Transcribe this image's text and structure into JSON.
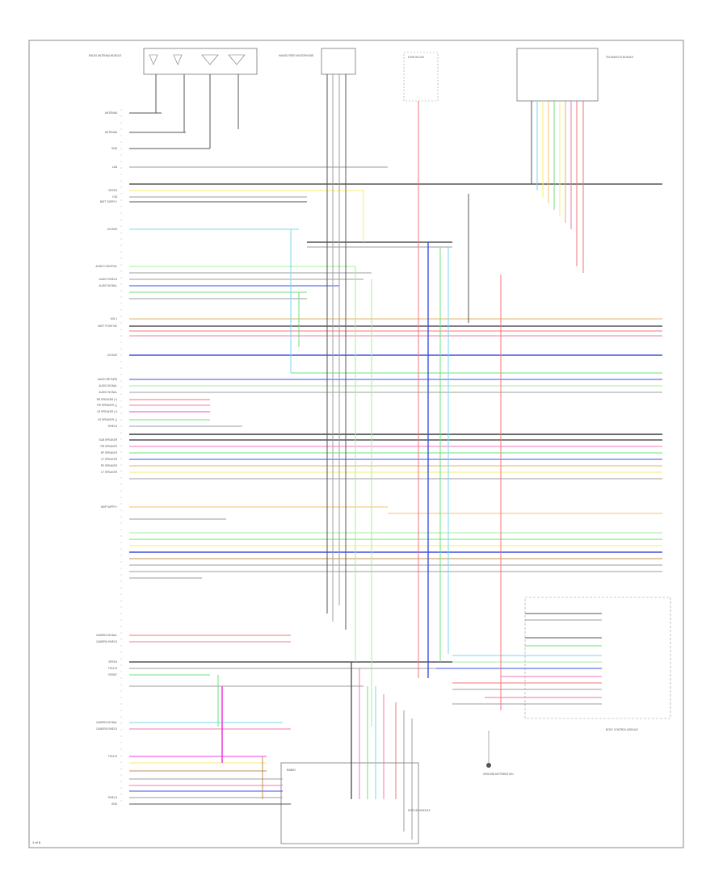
{
  "diagram": {
    "footer_code": "1 of 6",
    "colors": {
      "white": "#bdbdbd",
      "black": "#555555",
      "gray": "#9e9e9e",
      "yellow": "#f5ee6a",
      "orange": "#f5c26b",
      "tan": "#ddb56a",
      "green": "#6fe07a",
      "light_green": "#a7ee9a",
      "blue": "#3f4fe0",
      "light_blue": "#7ad7ef",
      "pink": "#f07ab4",
      "red": "#f2767a",
      "magenta": "#ef3fe3",
      "brown": "#c09050"
    },
    "left_labels": [
      "ANTENNA",
      "ANTENNA",
      "GND",
      "LAN",
      "SPEED",
      "IGN",
      "BATT SUPPLY",
      "LIN BUS",
      "AUDIO CONTROL",
      "AUDIO SHIELD",
      "AUDIO SIGNAL",
      "IGN 1",
      "BATT POSITIVE",
      "LIN BUS",
      "AUDIO RETURN",
      "AUDIO SIGNAL",
      "AUDIO SIGNAL",
      "RR SPEAKER (+)",
      "RR SPEAKER (-)",
      "LR SPEAKER (+)",
      "LR SPEAKER (-)",
      "SHIELD",
      "SUB SPEAKER",
      "RR SPEAKER",
      "RF SPEAKER",
      "LF SPEAKER",
      "RF SPEAKER",
      "LF SPEAKER",
      "AMP SUPPLY",
      "CAMERA SIGNAL",
      "CAMERA SHIELD",
      "SPEED",
      "TOUCH",
      "RESET",
      "CAMERA SIGNAL",
      "CAMERA SHIELD",
      "TOUCH",
      "SHIELD",
      "GND"
    ],
    "components": {
      "antenna_module": "RADIO ANTENNA MODULE",
      "microphone": "HANDS FREE MICROPHONE",
      "fuse_block": "FUSE BLOCK",
      "telematics": "TELEMATICS MODULE",
      "control_module": "BODY CONTROL MODULE",
      "radio": "RADIO",
      "display": "DISPLAY MODULE",
      "ground": "GROUND DISTRIBUTION"
    }
  }
}
